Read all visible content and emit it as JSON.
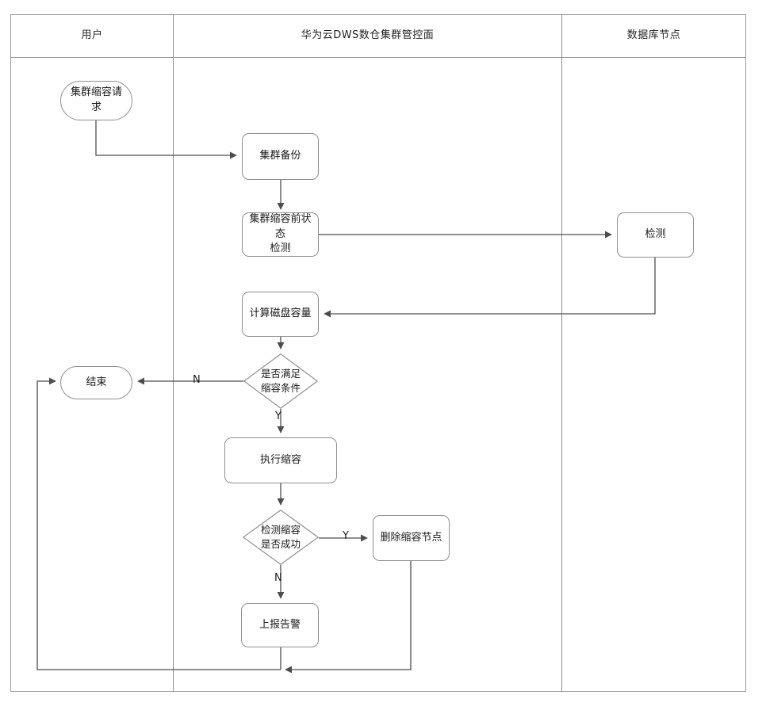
{
  "diagram": {
    "type": "swimlane-flowchart",
    "lanes": [
      {
        "id": "user",
        "title": "用户"
      },
      {
        "id": "console",
        "title": "华为云DWS数仓集群管控面"
      },
      {
        "id": "dbnode",
        "title": "数据库节点"
      }
    ],
    "nodes": [
      {
        "id": "start",
        "shape": "terminator",
        "lane": "user",
        "label": "集群缩容请\n求"
      },
      {
        "id": "backup",
        "shape": "process",
        "lane": "console",
        "label": "集群备份"
      },
      {
        "id": "precheck",
        "shape": "process",
        "lane": "console",
        "label": "集群缩容前状态\n检测"
      },
      {
        "id": "detect",
        "shape": "process",
        "lane": "dbnode",
        "label": "检测"
      },
      {
        "id": "calcdisk",
        "shape": "process",
        "lane": "console",
        "label": "计算磁盘容量"
      },
      {
        "id": "cond",
        "shape": "decision",
        "lane": "console",
        "label": "是否满足\n缩容条件"
      },
      {
        "id": "end",
        "shape": "terminator",
        "lane": "user",
        "label": "结束"
      },
      {
        "id": "shrink",
        "shape": "process",
        "lane": "console",
        "label": "执行缩容"
      },
      {
        "id": "checkok",
        "shape": "decision",
        "lane": "console",
        "label": "检测缩容\n是否成功"
      },
      {
        "id": "delnode",
        "shape": "process",
        "lane": "console",
        "label": "删除缩容节点"
      },
      {
        "id": "alarm",
        "shape": "process",
        "lane": "console",
        "label": "上报告警"
      }
    ],
    "edge_labels": {
      "cond_no": "N",
      "cond_yes": "Y",
      "checkok_yes": "Y",
      "checkok_no": "N"
    },
    "colors": {
      "node_stroke": "#8f8f8f",
      "lane_stroke": "#9a9a9a",
      "edge_stroke": "#4d4d4d",
      "text": "#1a1a1a",
      "background": "#ffffff"
    }
  }
}
